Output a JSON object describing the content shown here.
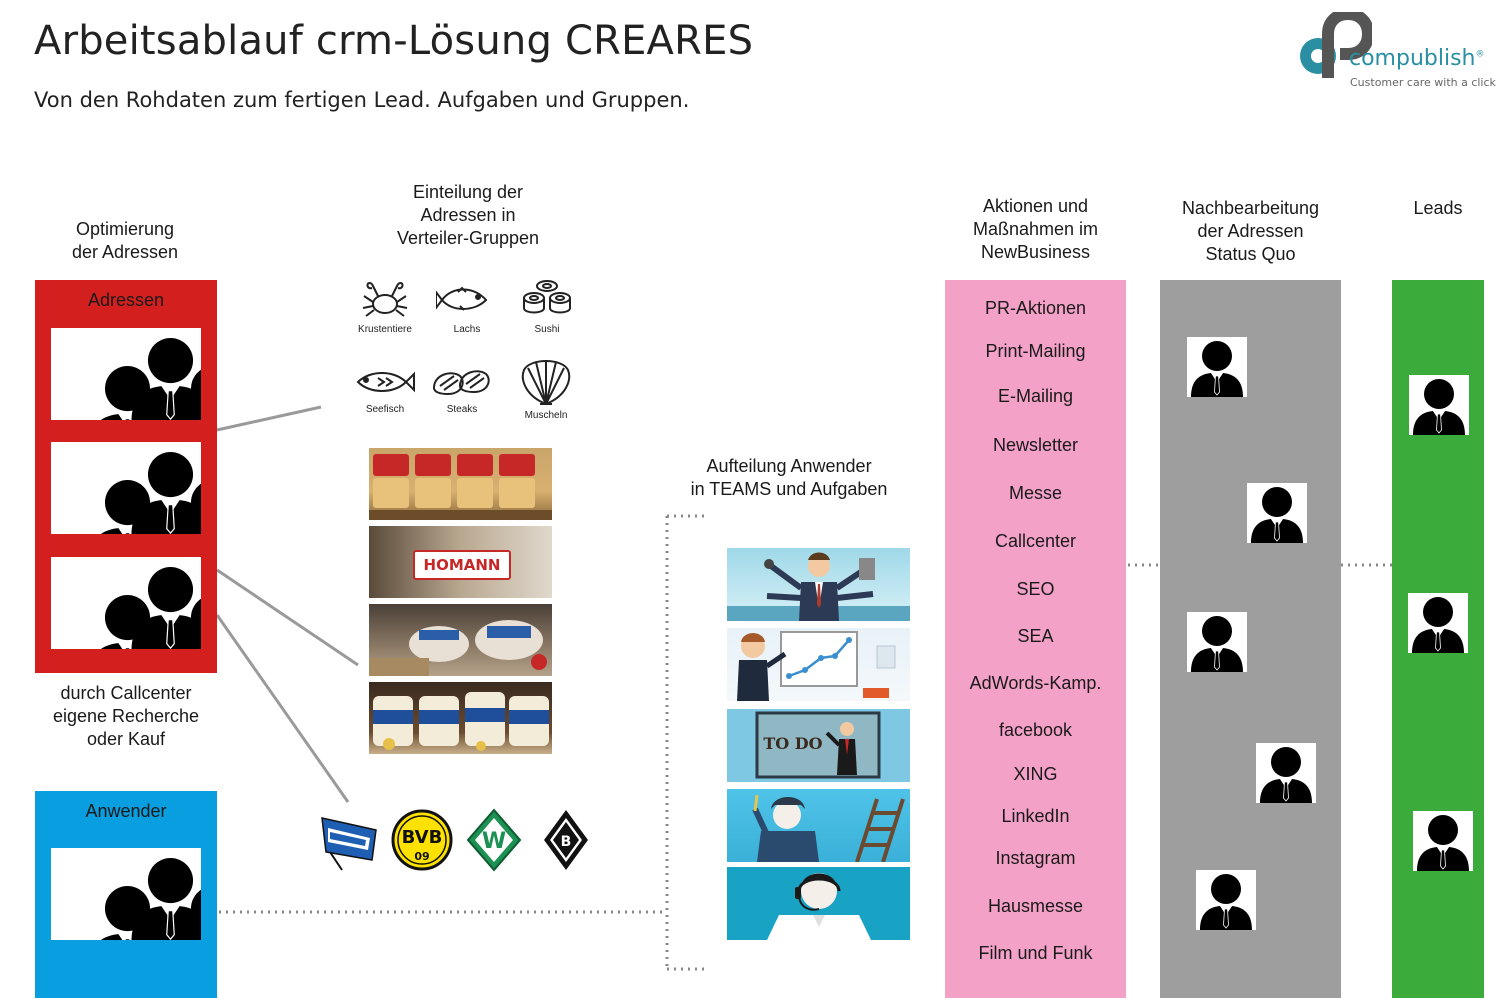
{
  "header": {
    "title": "Arbeitsablauf crm-Lösung CREARES",
    "subtitle": "Von den Rohdaten zum fertigen Lead. Aufgaben und Gruppen."
  },
  "logo": {
    "name": "compublish",
    "registered": "®",
    "tagline": "Customer care with a click",
    "color": "#2b8fa3"
  },
  "columns": {
    "optimierung": "Optimierung\nder Adressen",
    "einteilung": "Einteilung der\nAdressen in\nVerteiler-Gruppen",
    "aufteilung": "Aufteilung Anwender\nin TEAMS und Aufgaben",
    "aktionen": "Aktionen und\nMaßnahmen im\nNewBusiness",
    "nachbearbeitung": "Nachbearbeitung\nder Adressen\nStatus Quo",
    "leads": "Leads"
  },
  "adressen_panel": {
    "title": "Adressen",
    "color": "#d41f1f"
  },
  "adressen_note": "durch Callcenter\neigene Recherche\noder Kauf",
  "anwender_panel": {
    "title": "Anwender",
    "color": "#089ee0"
  },
  "groups": [
    {
      "label": "Krustentiere",
      "icon": "crab-icon"
    },
    {
      "label": "Lachs",
      "icon": "fish-icon"
    },
    {
      "label": "Sushi",
      "icon": "sushi-icon"
    },
    {
      "label": "Seefisch",
      "icon": "seafish-icon"
    },
    {
      "label": "Steaks",
      "icon": "steak-icon"
    },
    {
      "label": "Muscheln",
      "icon": "shell-icon"
    }
  ],
  "brand_label": "HOMANN",
  "clubs": [
    "Hertha BSC",
    "BVB 09",
    "Werder Bremen",
    "Borussia Mönchengladbach"
  ],
  "team_images": [
    "multitasking-manager",
    "presentation-chart",
    "todo-board",
    "creative-worker",
    "callcenter-agent"
  ],
  "actions_panel": {
    "color": "#f4a1c8"
  },
  "actions": [
    "PR-Aktionen",
    "Print-Mailing",
    "E-Mailing",
    "Newsletter",
    "Messe",
    "Callcenter",
    "SEO",
    "SEA",
    "AdWords-Kamp.",
    "facebook",
    "XING",
    "LinkedIn",
    "Instagram",
    "Hausmesse",
    "Film und Funk"
  ],
  "status_panel": {
    "color": "#9e9e9e"
  },
  "leads_panel": {
    "color": "#3bab3b"
  }
}
